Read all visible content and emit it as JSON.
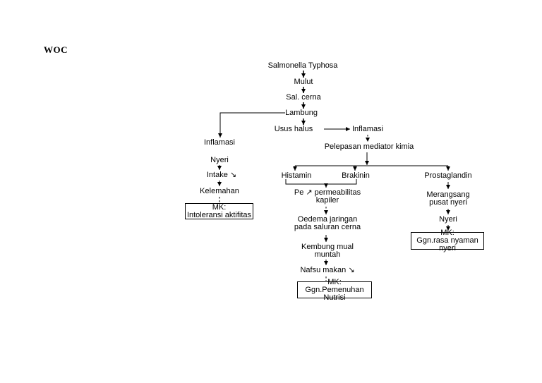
{
  "title": "WOC",
  "colors": {
    "line": "#000000",
    "text": "#000000",
    "background": "#ffffff"
  },
  "flowchart": {
    "nodes": {
      "salmonella": "Salmonella Typhosa",
      "mulut": "Mulut",
      "sal_cerna": "Sal. cerna",
      "lambung": "Lambung",
      "usus_halus": "Usus halus",
      "inflamasi_left": "Inflamasi",
      "nyeri_left": "Nyeri",
      "intake": "Intake ↘",
      "kelemahan": "Kelemahan",
      "inflamasi_right": "Inflamasi",
      "pelepasan_mediator": "Pelepasan mediator kimia",
      "histamin": "Histamin",
      "brakinin": "Brakinin",
      "prostaglandin": "Prostaglandin",
      "pe_permeabilitas": "Pe ↗ permeabilitas\nkapiler",
      "oedema": "Oedema jaringan\npada saluran cerna",
      "kembung": "Kembung mual\nmuntah",
      "nafsu_makan": "Nafsu makan ↘",
      "merangsang": "Merangsang\npusat nyeri",
      "nyeri_right": "Nyeri"
    },
    "boxes": {
      "mk_intoleransi": "MK:\nIntoleransi aktifitas",
      "mk_nutrisi": "MK:\nGgn.Pemenuhan Nutrisi",
      "mk_nyaman": "MK:\nGgn.rasa nyaman nyeri"
    }
  }
}
